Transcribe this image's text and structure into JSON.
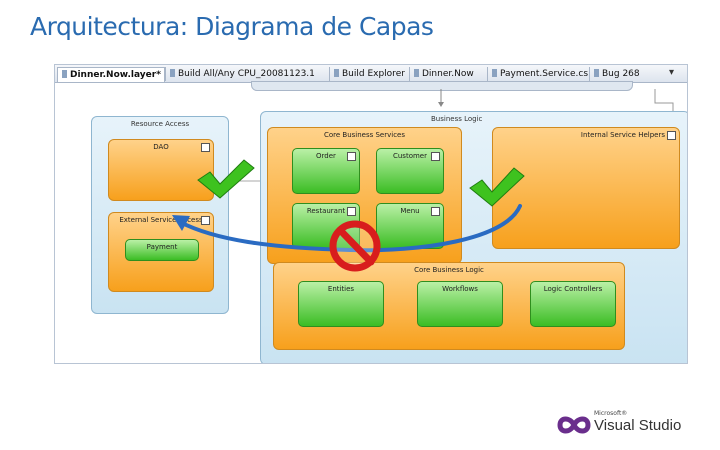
{
  "slide": {
    "title": "Arquitectura: Diagrama de Capas"
  },
  "tabs": [
    "Dinner.Now.layer*",
    "Build All/Any CPU_20081123.1",
    "Build Explorer",
    "Dinner.Now",
    "Payment.Service.cs",
    "Bug 268"
  ],
  "diagram": {
    "resource_access": {
      "label": "Resource Access",
      "dao": "DAO",
      "external": "External Service Access",
      "payment": "Payment"
    },
    "business_logic": {
      "label": "Business Logic",
      "core_services": {
        "label": "Core Business Services",
        "order": "Order",
        "customer": "Customer",
        "restaurant": "Restaurant",
        "menu": "Menu"
      },
      "internal_helpers": "Internal Service Helpers",
      "core_logic": {
        "label": "Core Business Logic",
        "entities": "Entities",
        "workflows": "Workflows",
        "logic_controllers": "Logic Controllers"
      }
    }
  },
  "icons": {
    "check": "green-checkmark-icon",
    "forbidden": "no-entry-icon"
  },
  "colors": {
    "title": "#2a6bb0",
    "orange": "#f7a01c",
    "green": "#3bbd24",
    "blue_layer": "#c9e3f2",
    "arrow": "#2a6bc2",
    "forbidden": "#d81d1d"
  },
  "brand": {
    "small": "Microsoft®",
    "name": "Visual Studio"
  }
}
